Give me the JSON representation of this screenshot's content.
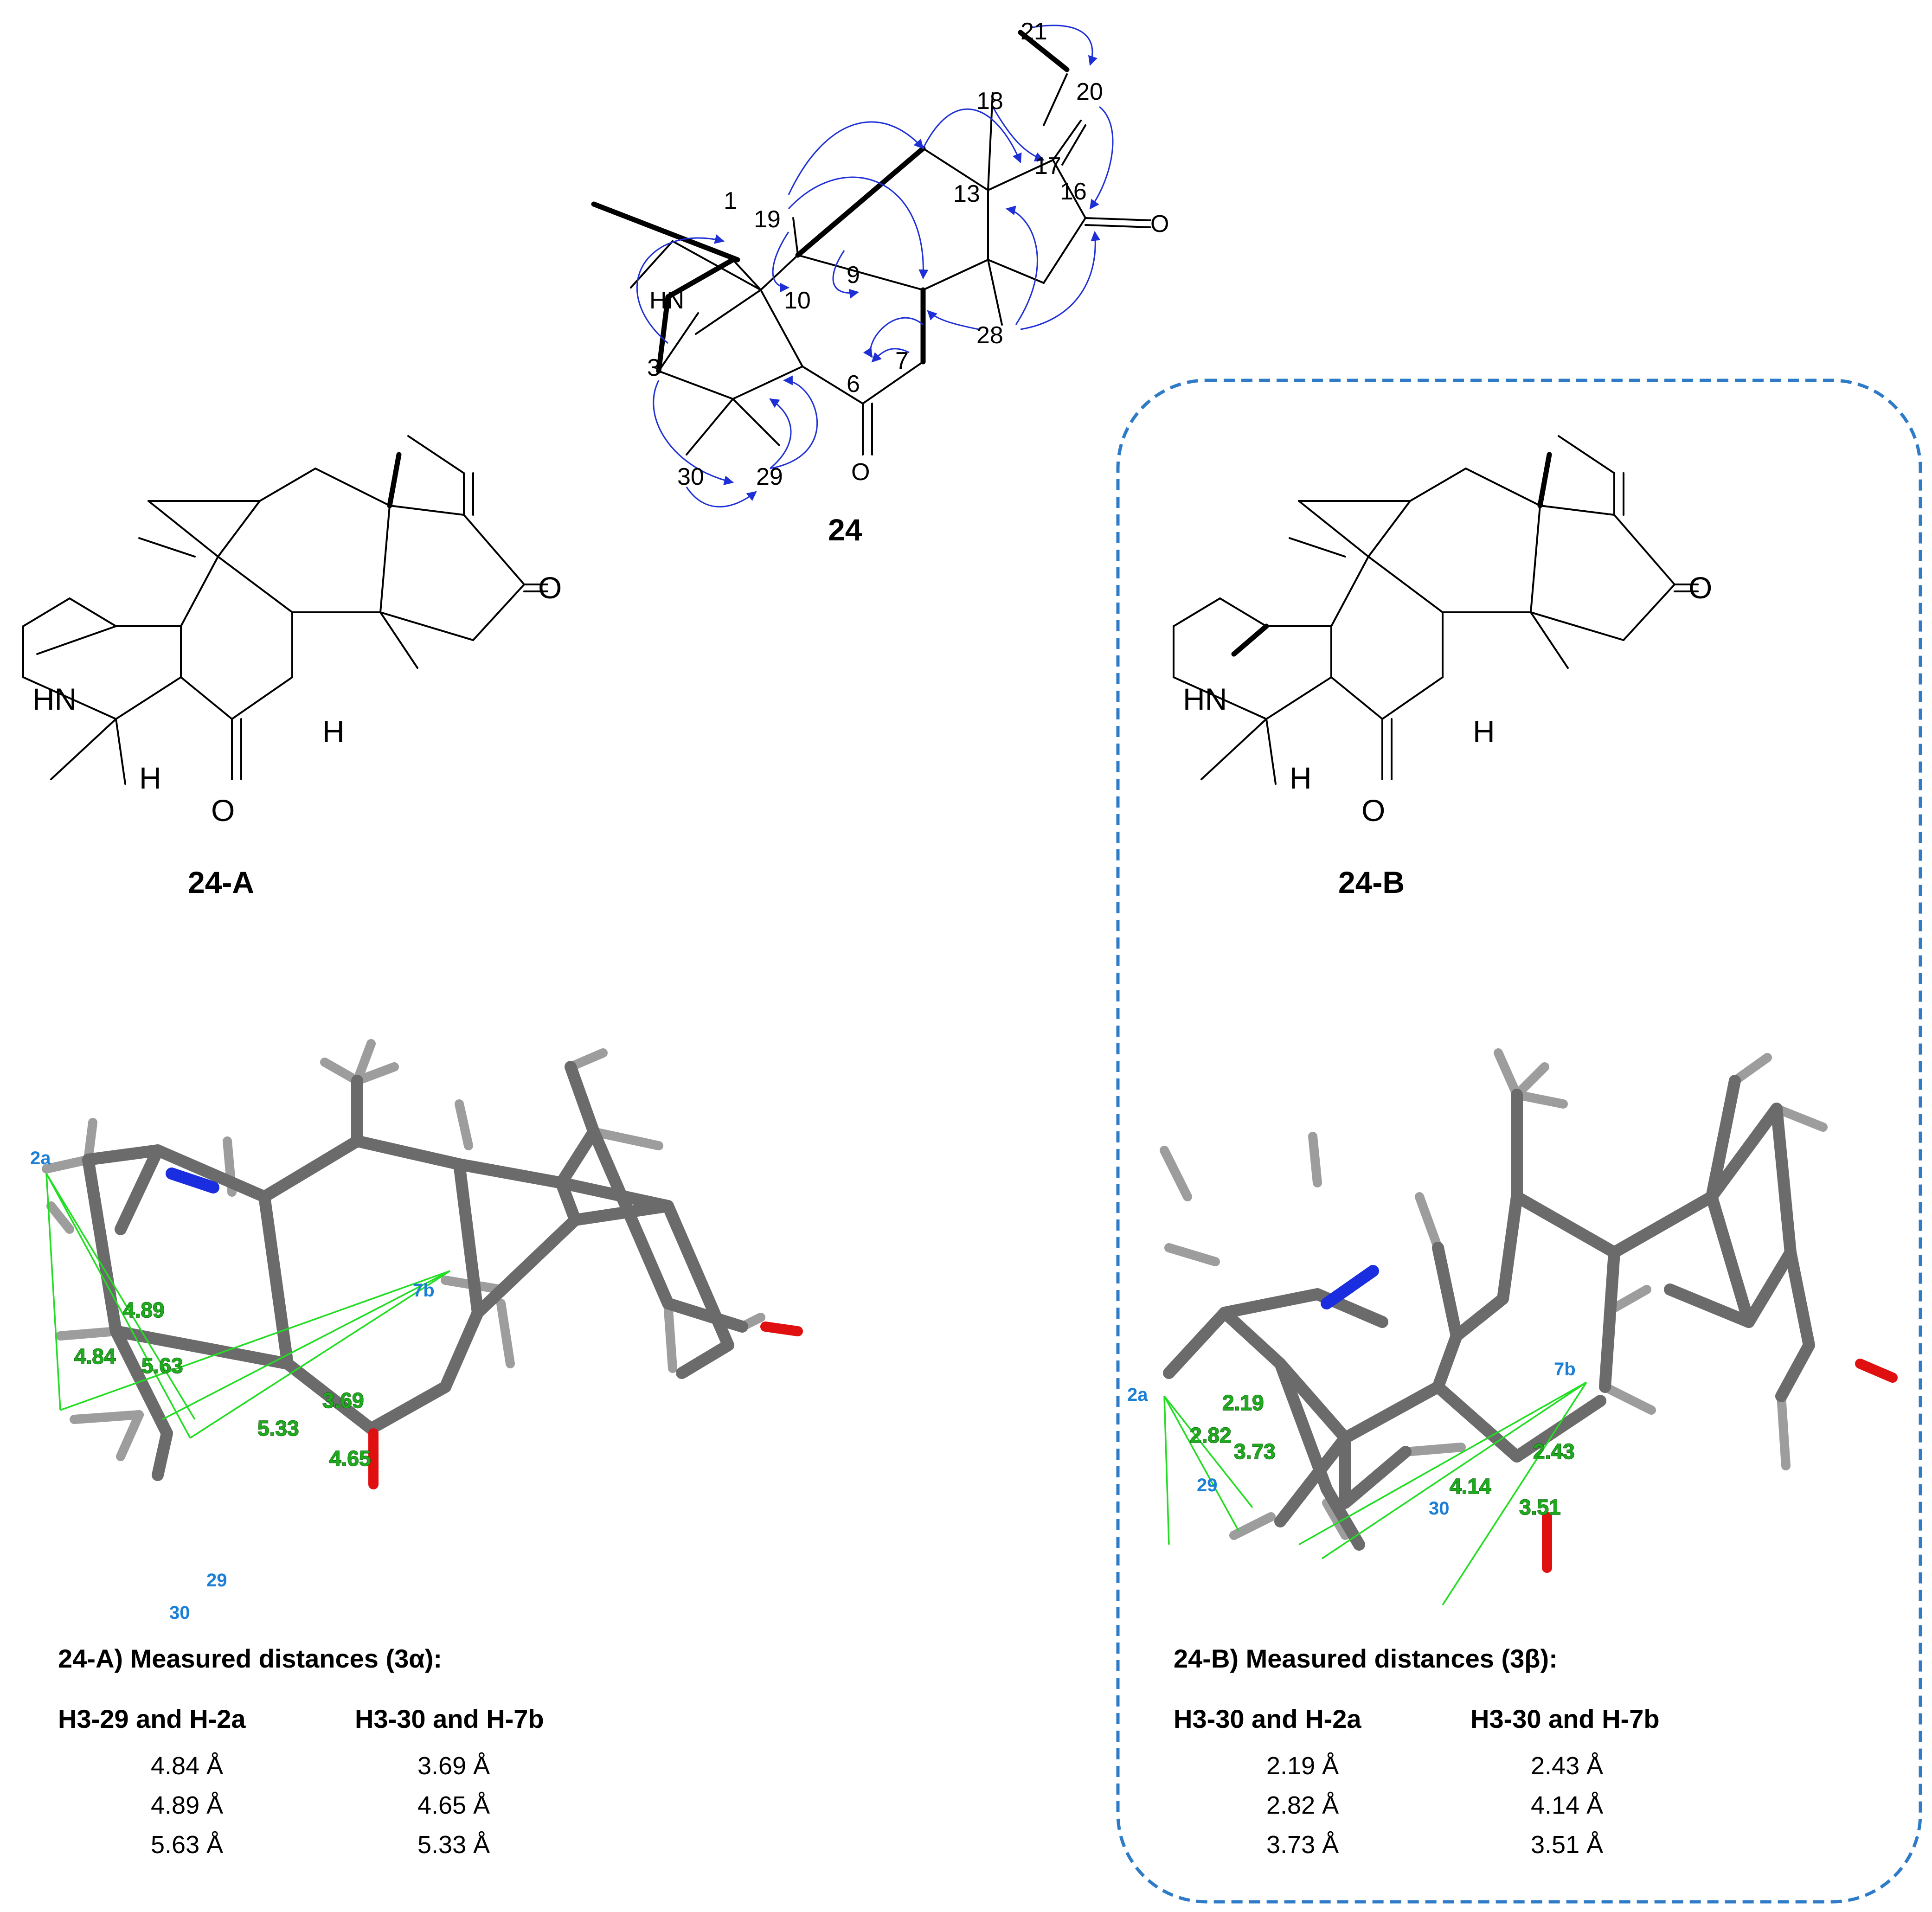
{
  "compounds": {
    "main": {
      "label": "24"
    },
    "a": {
      "label": "24-A"
    },
    "b": {
      "label": "24-B"
    }
  },
  "atom_numbers": {
    "c1": "1",
    "c3": "3",
    "c6": "6",
    "c7": "7",
    "c9": "9",
    "c10": "10",
    "c13": "13",
    "c16": "16",
    "c17": "17",
    "c18": "18",
    "c19": "19",
    "c20": "20",
    "c21": "21",
    "c28": "28",
    "c29": "29",
    "c30": "30"
  },
  "atom_symbols": {
    "hn": "HN",
    "h": "H",
    "o": "O"
  },
  "models": {
    "a": {
      "proton_labels": {
        "h2a": "2a",
        "h7b": "7b",
        "h29": "29",
        "h30": "30"
      },
      "distances_shown": [
        "4.89",
        "4.84",
        "5.63",
        "3.69",
        "5.33",
        "4.65"
      ]
    },
    "b": {
      "proton_labels": {
        "h2a": "2a",
        "h7b": "7b",
        "h29": "29",
        "h30": "30"
      },
      "distances_shown": [
        "2.19",
        "2.82",
        "3.73",
        "2.43",
        "4.14",
        "3.51"
      ]
    }
  },
  "tables": {
    "a": {
      "title": "24-A) Measured distances (3α):",
      "col1_header": "H3-29 and H-2a",
      "col2_header": "H3-30 and H-7b",
      "col1_values": [
        "4.84 Å",
        "4.89 Å",
        "5.63 Å"
      ],
      "col2_values": [
        "3.69 Å",
        "4.65 Å",
        "5.33 Å"
      ]
    },
    "b": {
      "title": "24-B) Measured distances (3β):",
      "col1_header": "H3-30 and H-2a",
      "col2_header": "H3-30 and H-7b",
      "col1_values": [
        "2.19 Å",
        "2.82 Å",
        "3.73 Å"
      ],
      "col2_values": [
        "2.43 Å",
        "4.14 Å",
        "3.51 Å"
      ]
    }
  },
  "colors": {
    "hmbc_arrows": "#1e2fd6",
    "distance_lines": "#22dd22",
    "distance_text": "#1faa1f",
    "proton_labels": "#1b7fd6",
    "highlight_box": "#2e7bc7",
    "carbon": "#6b6b6b",
    "hydrogen": "#9d9d9d",
    "nitrogen": "#1a2ee0",
    "oxygen": "#e01010"
  }
}
